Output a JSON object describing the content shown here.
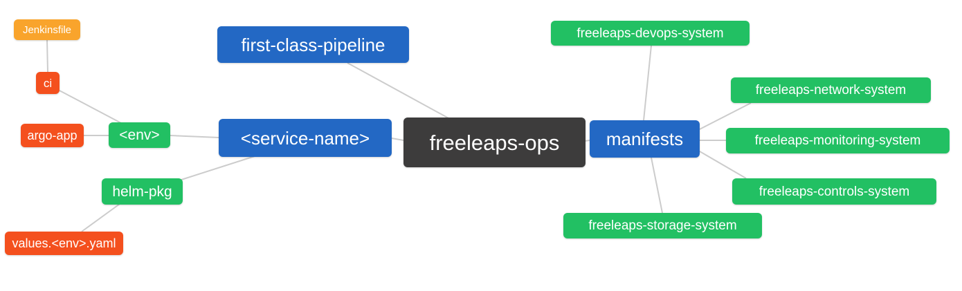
{
  "diagram": {
    "type": "mindmap",
    "root_label": "freeleaps-ops",
    "colors": {
      "blue": "#2368c4",
      "green": "#22c063",
      "red": "#f4501e",
      "orange": "#f9a42c",
      "dark": "#3d3c3c",
      "edge": "#cccccc",
      "text": "#ffffff",
      "background": "#ffffff"
    },
    "nodes": [
      {
        "id": "jenkinsfile",
        "label": "Jenkinsfile",
        "color": "orange"
      },
      {
        "id": "ci",
        "label": "ci",
        "color": "red"
      },
      {
        "id": "argo-app",
        "label": "argo-app",
        "color": "red"
      },
      {
        "id": "env",
        "label": "<env>",
        "color": "green"
      },
      {
        "id": "helm-pkg",
        "label": "helm-pkg",
        "color": "green"
      },
      {
        "id": "values-env-yaml",
        "label": "values.<env>.yaml",
        "color": "red"
      },
      {
        "id": "first-class-pipeline",
        "label": "first-class-pipeline",
        "color": "blue"
      },
      {
        "id": "service-name",
        "label": "<service-name>",
        "color": "blue"
      },
      {
        "id": "freeleaps-ops",
        "label": "freeleaps-ops",
        "color": "dark"
      },
      {
        "id": "manifests",
        "label": "manifests",
        "color": "blue"
      },
      {
        "id": "freeleaps-devops-system",
        "label": "freeleaps-devops-system",
        "color": "green"
      },
      {
        "id": "freeleaps-network-system",
        "label": "freeleaps-network-system",
        "color": "green"
      },
      {
        "id": "freeleaps-monitoring-system",
        "label": "freeleaps-monitoring-system",
        "color": "green"
      },
      {
        "id": "freeleaps-controls-system",
        "label": "freeleaps-controls-system",
        "color": "green"
      },
      {
        "id": "freeleaps-storage-system",
        "label": "freeleaps-storage-system",
        "color": "green"
      }
    ],
    "edges": [
      {
        "from": "jenkinsfile",
        "to": "ci"
      },
      {
        "from": "ci",
        "to": "env"
      },
      {
        "from": "argo-app",
        "to": "env"
      },
      {
        "from": "env",
        "to": "service-name"
      },
      {
        "from": "helm-pkg",
        "to": "service-name"
      },
      {
        "from": "values-env-yaml",
        "to": "helm-pkg"
      },
      {
        "from": "first-class-pipeline",
        "to": "freeleaps-ops"
      },
      {
        "from": "service-name",
        "to": "freeleaps-ops"
      },
      {
        "from": "freeleaps-ops",
        "to": "manifests"
      },
      {
        "from": "manifests",
        "to": "freeleaps-devops-system"
      },
      {
        "from": "manifests",
        "to": "freeleaps-network-system"
      },
      {
        "from": "manifests",
        "to": "freeleaps-monitoring-system"
      },
      {
        "from": "manifests",
        "to": "freeleaps-controls-system"
      },
      {
        "from": "manifests",
        "to": "freeleaps-storage-system"
      }
    ]
  }
}
